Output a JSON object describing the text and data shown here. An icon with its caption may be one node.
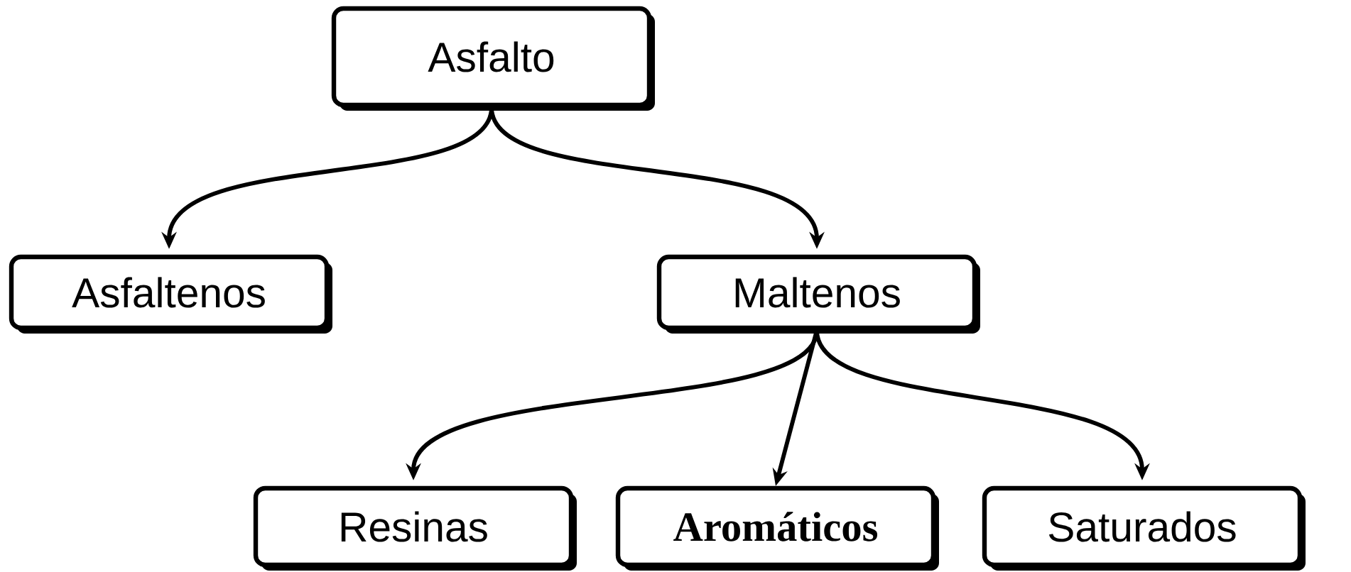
{
  "diagram": {
    "nodes": [
      {
        "text": [
          "Asfalto"
        ]
      },
      {
        "text": [
          "Asfaltenos"
        ]
      },
      {
        "text": [
          "Maltenos"
        ]
      },
      {
        "text": [
          "Resinas"
        ]
      },
      {
        "text": [
          "Aromáticos"
        ]
      },
      {
        "text": [
          "Saturados"
        ]
      }
    ],
    "edges": [
      {
        "from": 0,
        "to": 1,
        "arrow": "to"
      },
      {
        "from": 0,
        "to": 2,
        "arrow": "to"
      },
      {
        "from": 2,
        "to": 3,
        "arrow": "to"
      },
      {
        "from": 2,
        "to": 4,
        "arrow": "to"
      },
      {
        "from": 2,
        "to": 5,
        "arrow": "to"
      }
    ]
  }
}
